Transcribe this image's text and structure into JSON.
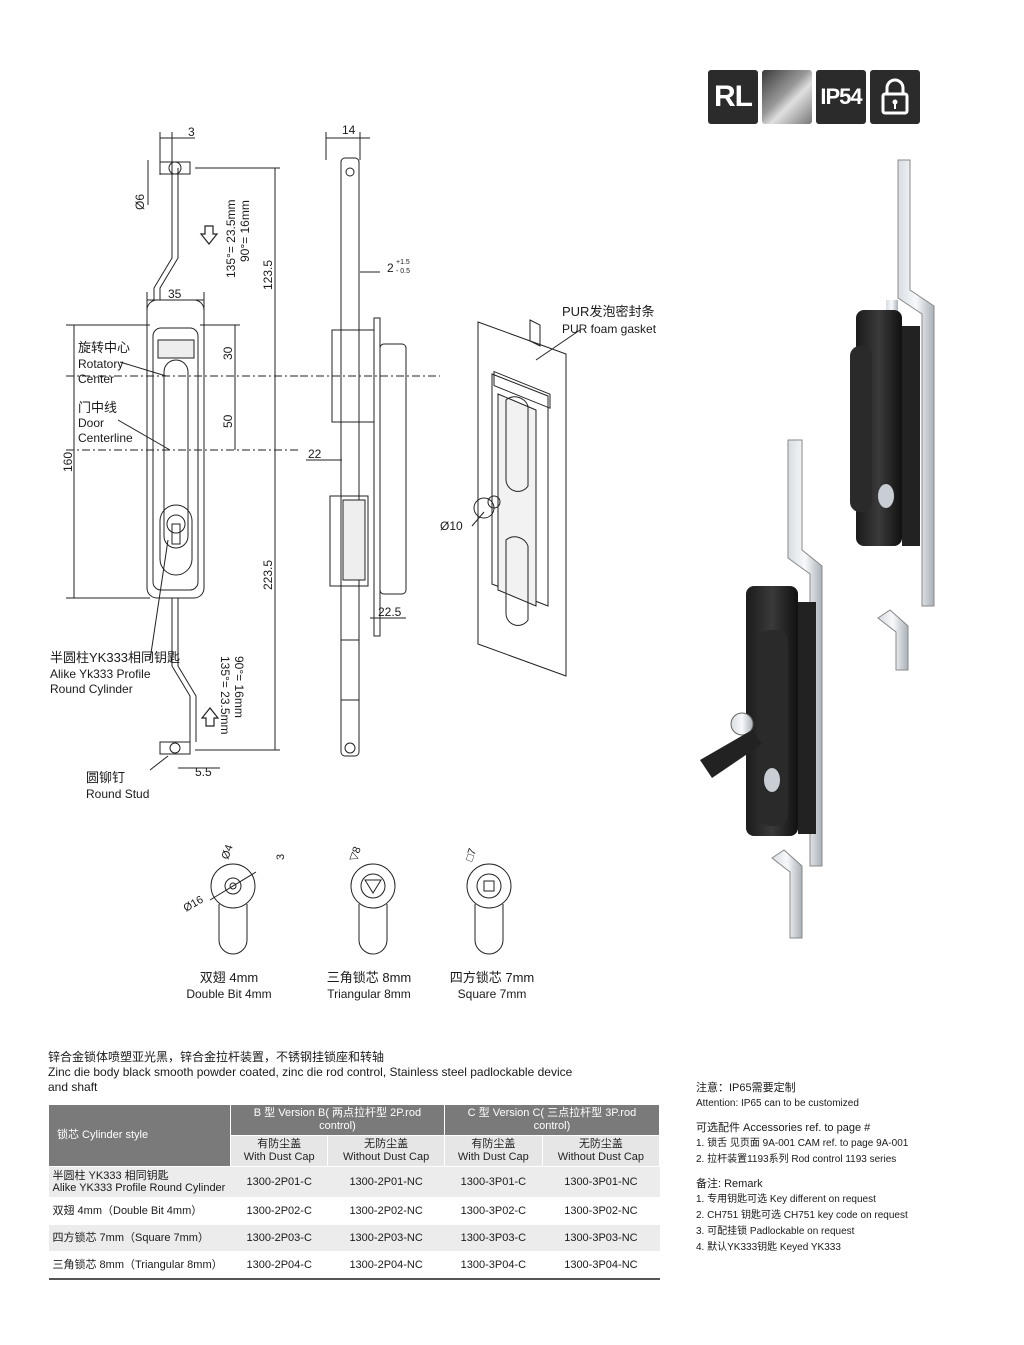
{
  "badges": {
    "rl": "RL",
    "ip": "IP54"
  },
  "drawing": {
    "dims": {
      "d3": "3",
      "d14": "14",
      "d6": "Ø6",
      "d35": "35",
      "d30": "30",
      "d50": "50",
      "d160": "160",
      "d123_5": "123.5",
      "d223_5": "223.5",
      "d22": "22",
      "d22_5": "22.5",
      "d5_5": "5.5",
      "d10": "Ø10",
      "d2": "2",
      "d2_tol_up": "+1.5",
      "d2_tol_dn": "- 0.5",
      "top_angle_1": "135°= 23.5mm",
      "top_angle_2": "90°= 16mm",
      "bot_angle_1": "90°= 16mm",
      "bot_angle_2": "135°= 23.5mm"
    },
    "labels": {
      "rot_cn": "旋转中心",
      "rot_en1": "Rotatory",
      "rot_en2": "Center",
      "door_cn": "门中线",
      "door_en1": "Door",
      "door_en2": "Centerline",
      "cyl_cn": "半圆柱YK333相同钥匙",
      "cyl_en1": "Alike Yk333 Profile",
      "cyl_en2": "Round Cylinder",
      "stud_cn": "圆铆钉",
      "stud_en": "Round Stud",
      "gasket_cn": "PUR发泡密封条",
      "gasket_en": "PUR foam gasket"
    },
    "cylinders": [
      {
        "dim_a": "Ø4",
        "dim_b": "3",
        "dim_c": "Ø16",
        "cn": "双翅 4mm",
        "en": "Double Bit 4mm"
      },
      {
        "dim_a": "▽8",
        "cn": "三角锁芯 8mm",
        "en": "Triangular 8mm"
      },
      {
        "dim_a": "□7",
        "cn": "四方锁芯 7mm",
        "en": "Square 7mm"
      }
    ]
  },
  "intro": {
    "cn": "锌合金锁体喷塑亚光黑，锌合金拉杆装置，不锈钢挂锁座和转轴",
    "en1": "Zinc die body black smooth powder coated, zinc die rod control, Stainless steel padlockable device",
    "en2": "and shaft"
  },
  "table": {
    "cyl_header": "锁芯 Cylinder style",
    "versionB": "B 型 Version B( 两点拉杆型 2P.rod control)",
    "versionC": "C 型 Version C( 三点拉杆型 3P.rod control)",
    "sub": [
      {
        "cn": "有防尘盖",
        "en": "With Dust Cap"
      },
      {
        "cn": "无防尘盖",
        "en": "Without Dust Cap"
      },
      {
        "cn": "有防尘盖",
        "en": "With Dust Cap"
      },
      {
        "cn": "无防尘盖",
        "en": "Without Dust Cap"
      }
    ],
    "rows": [
      {
        "name1": "半圆柱 YK333 相同钥匙",
        "name2": "Alike YK333 Profile Round Cylinder",
        "c1": "1300-2P01-C",
        "c2": "1300-2P01-NC",
        "c3": "1300-3P01-C",
        "c4": "1300-3P01-NC"
      },
      {
        "name1": "双翅 4mm（Double Bit 4mm）",
        "name2": "",
        "c1": "1300-2P02-C",
        "c2": "1300-2P02-NC",
        "c3": "1300-3P02-C",
        "c4": "1300-3P02-NC"
      },
      {
        "name1": "四方锁芯 7mm（Square 7mm）",
        "name2": "",
        "c1": "1300-2P03-C",
        "c2": "1300-2P03-NC",
        "c3": "1300-3P03-C",
        "c4": "1300-3P03-NC"
      },
      {
        "name1": "三角锁芯 8mm（Triangular 8mm）",
        "name2": "",
        "c1": "1300-2P04-C",
        "c2": "1300-2P04-NC",
        "c3": "1300-3P04-C",
        "c4": "1300-3P04-NC"
      }
    ]
  },
  "notes": {
    "attn_cn": "注意：IP65需要定制",
    "attn_en": "Attention: IP65 can to be customized",
    "acc_title": "可选配件  Accessories ref. to page #",
    "acc1": "1. 锁舌 见页面 9A-001  CAM  ref. to page 9A-001",
    "acc2": "2. 拉杆装置1193系列  Rod control 1193 series",
    "rem_title": "备注: Remark",
    "rem1": "1. 专用钥匙可选  Key different on request",
    "rem2": "2. CH751 钥匙可选  CH751 key code on request",
    "rem3": "3. 可配挂锁  Padlockable on request",
    "rem4": "4. 默认YK333钥匙  Keyed YK333"
  }
}
